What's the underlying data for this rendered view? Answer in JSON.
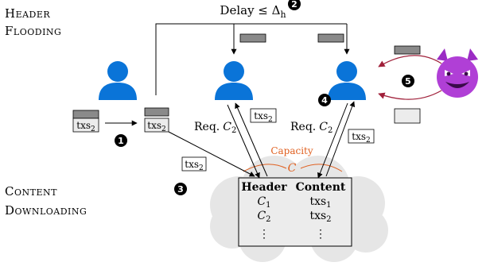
{
  "sections": {
    "header_flooding": [
      "Header",
      "Flooding"
    ],
    "content_downloading": [
      "Content",
      "Downloading"
    ]
  },
  "delay_label": "Delay ≤ Δ",
  "delay_subscript": "h",
  "requests": [
    {
      "prefix": "Req.",
      "var": "C",
      "sub": "2"
    },
    {
      "prefix": "Req.",
      "var": "C",
      "sub": "2"
    }
  ],
  "txs_labels": [
    "txs",
    "txs",
    "txs",
    "txs",
    "txs"
  ],
  "txs_subscript": "2",
  "capacity_label": "Capacity",
  "capacity_var": "C",
  "steps": [
    "1",
    "2",
    "3",
    "4",
    "5"
  ],
  "table": {
    "headers": [
      "Header",
      "Content"
    ],
    "rows": [
      {
        "h": "C",
        "h_sub": "1",
        "c": "txs",
        "c_sub": "1"
      },
      {
        "h": "C",
        "h_sub": "2",
        "c": "txs",
        "c_sub": "2"
      },
      {
        "h": "⋮",
        "h_sub": "",
        "c": "⋮",
        "c_sub": ""
      }
    ]
  },
  "colors": {
    "user": "#0a74d8",
    "attacker_face": "#b03fd6",
    "attack_arrow": "#a0203a",
    "capacity": "#e06020",
    "cloud": "#e6e6e6",
    "header_bar": "#8a8a8a",
    "content_box": "#ececec"
  },
  "icons": [
    "user-icon",
    "devil-face-icon"
  ]
}
